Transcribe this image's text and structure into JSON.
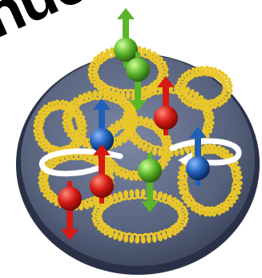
{
  "caption": {
    "text": "nuc"
  },
  "illustration": {
    "disc_color": "#5f6b86",
    "disc_rim_color": "#2a3147",
    "gluon_color": "#e9c62a",
    "arrow_color": "#ffffff",
    "quarks": [
      {
        "color_name": "green",
        "color": "#5bb52a"
      },
      {
        "color_name": "green",
        "color": "#5bb52a"
      },
      {
        "color_name": "red",
        "color": "#d61a14"
      },
      {
        "color_name": "blue",
        "color": "#1f5fb8"
      },
      {
        "color_name": "green",
        "color": "#5bb52a"
      },
      {
        "color_name": "blue",
        "color": "#1f5fb8"
      },
      {
        "color_name": "red",
        "color": "#d61a14"
      },
      {
        "color_name": "red",
        "color": "#d61a14"
      }
    ]
  }
}
